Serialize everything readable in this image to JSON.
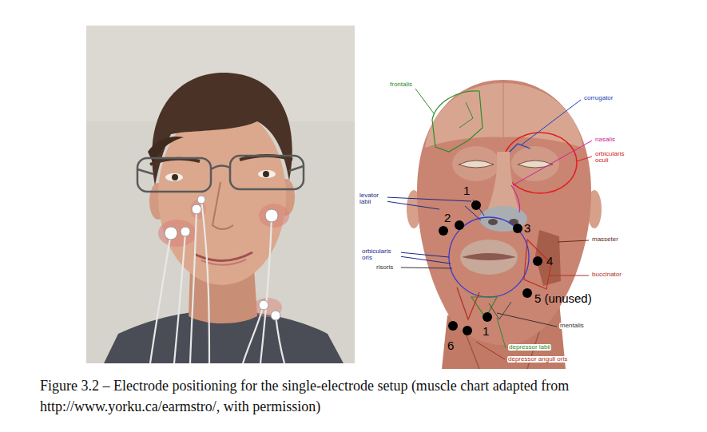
{
  "diagram": {
    "caption": "Figure 3.2 – Electrode positioning for the single-electrode setup (muscle chart adapted from http://www.yorku.ca/earmstro/, with permission)",
    "labels": [
      "frontalis",
      "corrugator",
      "nasalis",
      "orbicularis oculi",
      "1",
      "levator labii",
      "2",
      "3",
      "masseter",
      "orbicularis oris",
      "risoris",
      "4",
      "buccinator",
      "5 (unused)",
      "mentalis",
      "1",
      "6",
      "depressor labii",
      "depressor anguli oris"
    ]
  }
}
